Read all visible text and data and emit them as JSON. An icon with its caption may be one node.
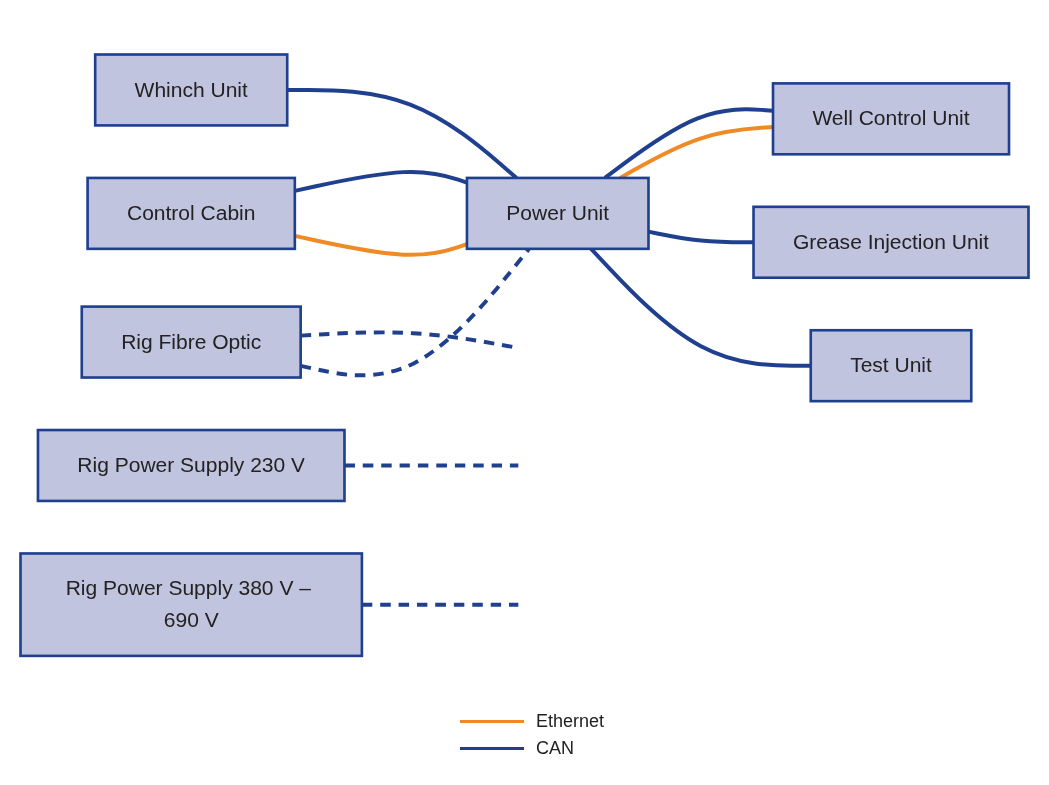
{
  "diagram": {
    "nodes": [
      {
        "text": [
          "Rig Power Supply 230 V"
        ]
      },
      {
        "text": [
          "Rig Power Supply 380 V – 690 V"
        ]
      },
      {
        "text": [
          "Rig Fibre Optic"
        ]
      },
      {
        "text": [
          "Whinch Unit"
        ]
      },
      {
        "text": [
          "Well Control Unit"
        ]
      },
      {
        "text": [
          "Grease Injection Unit"
        ]
      },
      {
        "text": [
          "Power Unit"
        ]
      },
      {
        "text": [
          "Control Cabin"
        ]
      },
      {
        "text": [
          "Test Unit"
        ]
      }
    ],
    "edges": [
      {
        "from": 0,
        "to": null,
        "arrow": "none",
        "style": "dashed"
      },
      {
        "from": 1,
        "to": null,
        "arrow": "none",
        "style": "dashed"
      },
      {
        "from": 2,
        "to": null,
        "arrow": "none",
        "style": "dashed"
      },
      {
        "from": 2,
        "to": 6,
        "arrow": "none",
        "style": "dashed"
      },
      {
        "from": 3,
        "to": 6,
        "arrow": "none"
      },
      {
        "from": 6,
        "to": 4,
        "arrow": "none"
      },
      {
        "from": 6,
        "to": 4,
        "arrow": "none",
        "color": "#f08a24"
      },
      {
        "from": 6,
        "to": 5,
        "arrow": "none"
      },
      {
        "from": 6,
        "to": 8,
        "arrow": "none"
      },
      {
        "from": 7,
        "to": 6,
        "arrow": "none"
      },
      {
        "from": 7,
        "to": 6,
        "arrow": "none",
        "color": "#f08a24"
      }
    ],
    "legend": [
      {
        "text": "Ethernet"
      },
      {
        "text": "CAN"
      }
    ]
  }
}
